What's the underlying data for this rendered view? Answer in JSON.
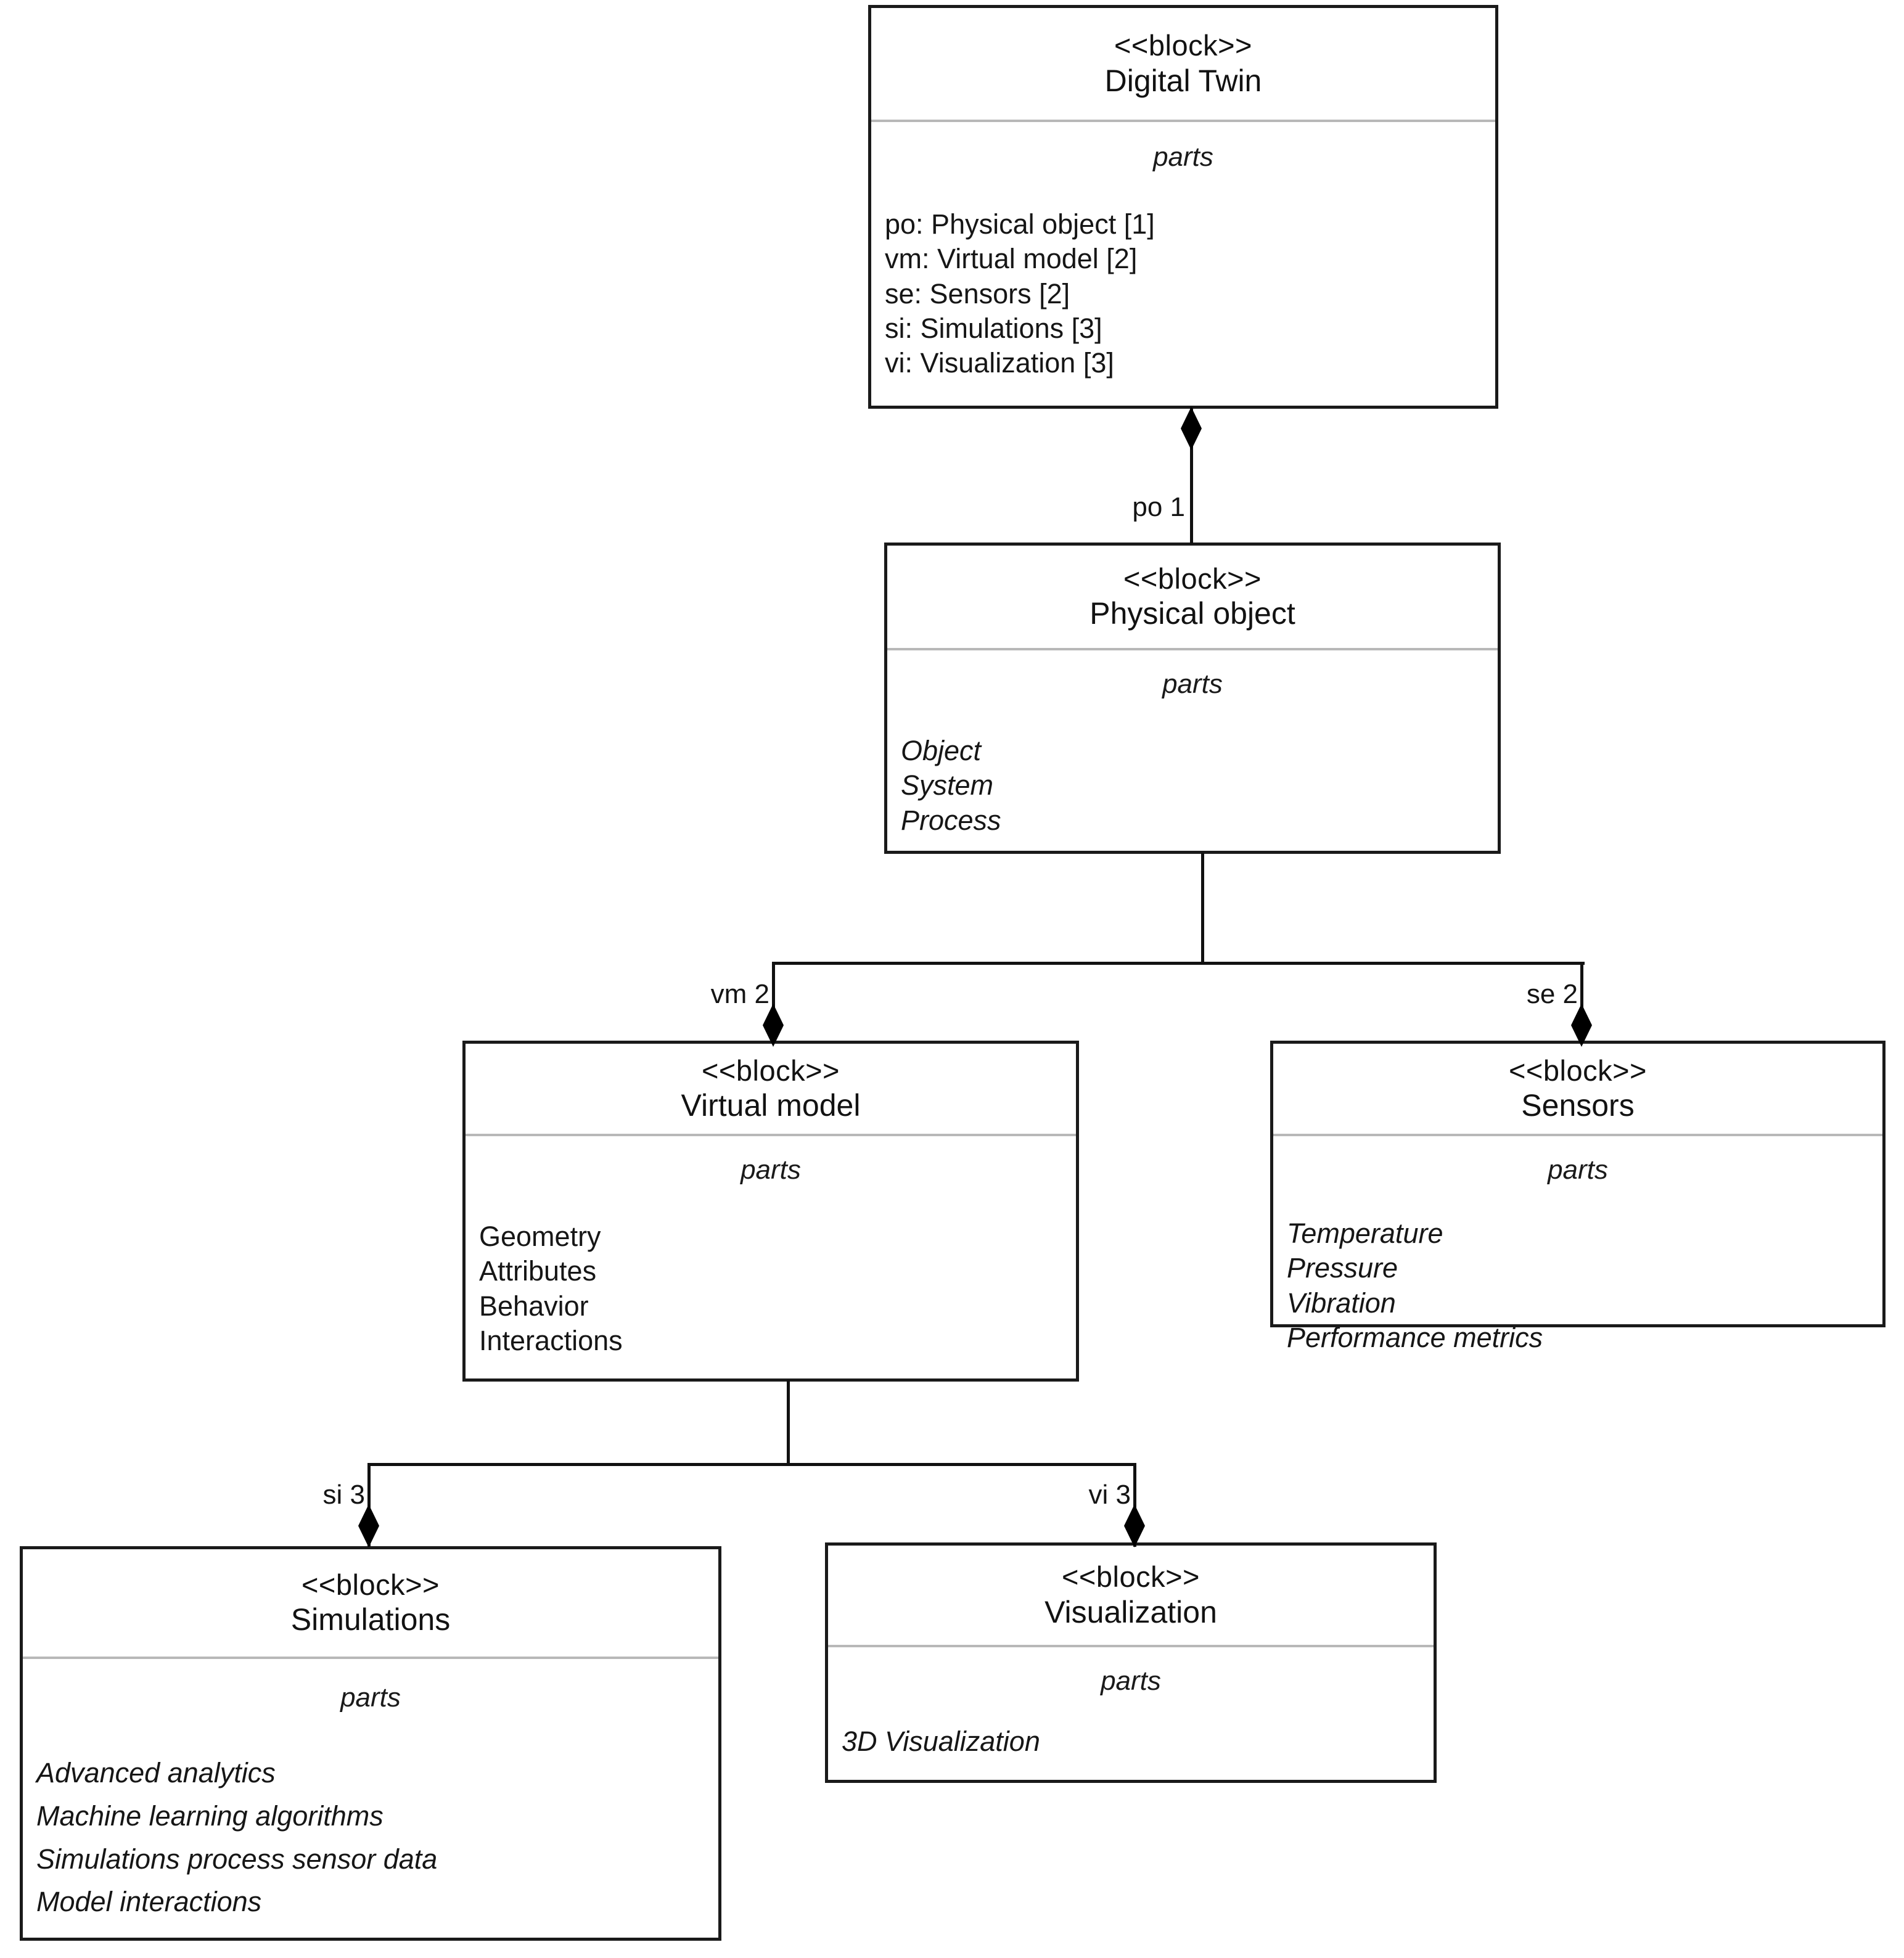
{
  "diagram": {
    "type": "sysml-block-definition-diagram",
    "compartment_label": "parts",
    "stereotype": "<<block>>"
  },
  "blocks": {
    "digital_twin": {
      "stereotype": "<<block>>",
      "name": "Digital Twin",
      "compartment": "parts",
      "parts": [
        "po: Physical object [1]",
        "vm: Virtual model [2]",
        "se: Sensors [2]",
        "si: Simulations [3]",
        "vi: Visualization [3]"
      ]
    },
    "physical_object": {
      "stereotype": "<<block>>",
      "name": "Physical object",
      "compartment": "parts",
      "parts": [
        "Object",
        "System",
        "Process"
      ]
    },
    "virtual_model": {
      "stereotype": "<<block>>",
      "name": "Virtual model",
      "compartment": "parts",
      "parts": [
        "Geometry",
        "Attributes",
        "Behavior",
        "Interactions"
      ]
    },
    "sensors": {
      "stereotype": "<<block>>",
      "name": "Sensors",
      "compartment": "parts",
      "parts": [
        "Temperature",
        "Pressure",
        "Vibration",
        "Performance metrics"
      ]
    },
    "simulations": {
      "stereotype": "<<block>>",
      "name": "Simulations",
      "compartment": "parts",
      "parts": [
        "Advanced analytics",
        "Machine learning algorithms",
        "Simulations process sensor data",
        "Model interactions"
      ]
    },
    "visualization": {
      "stereotype": "<<block>>",
      "name": "Visualization",
      "compartment": "parts",
      "parts": [
        "3D Visualization"
      ]
    }
  },
  "associations": [
    {
      "id": "po",
      "label": "po 1",
      "role": "po",
      "multiplicity": "1",
      "from": "Digital Twin",
      "to": "Physical object",
      "kind": "composition"
    },
    {
      "id": "vm",
      "label": "vm 2",
      "role": "vm",
      "multiplicity": "2",
      "from": "Physical object",
      "to": "Virtual model",
      "kind": "composition"
    },
    {
      "id": "se",
      "label": "se 2",
      "role": "se",
      "multiplicity": "2",
      "from": "Physical object",
      "to": "Sensors",
      "kind": "composition"
    },
    {
      "id": "si",
      "label": "si 3",
      "role": "si",
      "multiplicity": "3",
      "from": "Virtual model",
      "to": "Simulations",
      "kind": "composition"
    },
    {
      "id": "vi",
      "label": "vi 3",
      "role": "vi",
      "multiplicity": "3",
      "from": "Virtual model",
      "to": "Visualization",
      "kind": "composition"
    }
  ],
  "colors": {
    "block_border": "#1a1a1a",
    "divider": "#b8b8b8",
    "connector": "#111111",
    "text": "#121212",
    "background": "#ffffff"
  }
}
